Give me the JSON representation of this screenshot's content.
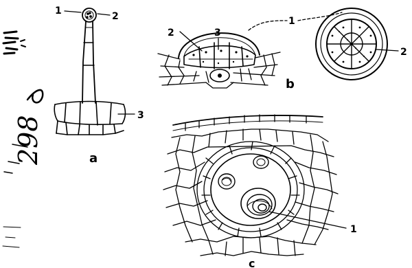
{
  "panels": {
    "a": {
      "caption": "a",
      "labels": {
        "n1": "1",
        "n2": "2",
        "n3": "3"
      }
    },
    "b": {
      "caption": "b",
      "labels": {
        "n1": "1",
        "n2_left": "2",
        "n3": "3",
        "n2_right": "2"
      }
    },
    "c": {
      "caption": "c",
      "labels": {
        "n1": "1"
      }
    }
  },
  "margin_note": "298",
  "colors": {
    "ink": "#000000",
    "background": "#ffffff"
  }
}
